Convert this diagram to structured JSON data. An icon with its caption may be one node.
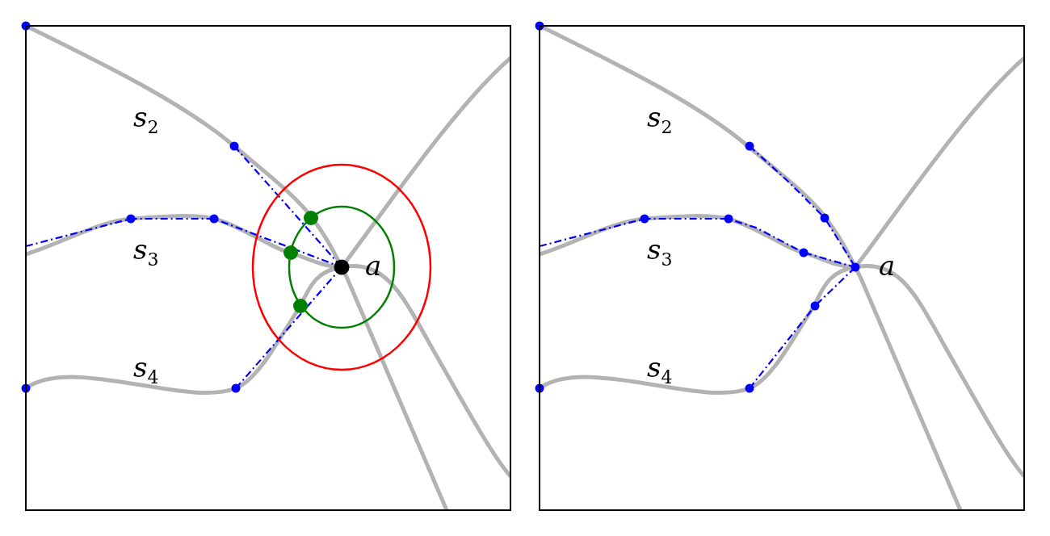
{
  "diagram": {
    "labels": [
      "s$_{2}$",
      "s$_{3}$",
      "a",
      "s$_{4}$",
      "s$_{2}$",
      "s$_{3}$",
      "a",
      "s$_{4}$"
    ]
  }
}
